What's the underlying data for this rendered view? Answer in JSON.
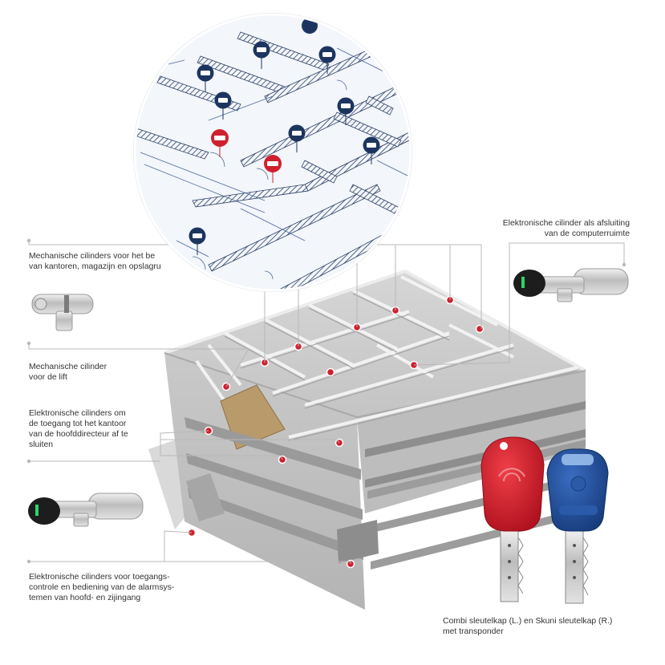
{
  "labels": {
    "mechanical_offices": "Mechanische cilinders voor het be\nvan kantoren, magazijn en opslagru",
    "mechanical_lift": "Mechanische cilinder\nvoor de lift",
    "electronic_director": "Elektronische cilinders om\nde toegang tot het kantoor\nvan de hoofddirecteur af te\nsluiten",
    "electronic_access": "Elektronische cilinders voor toegangs-\ncontrole en bediening van de alarmsys-\ntemen van hoofd- en zijingang",
    "electronic_server": "Elektronische cilinder als afsluiting\nvan de computerruimte",
    "keys_caption": "Combi sleutelkap (L.) en Skuni sleutelkap (R.)\nmet transponder"
  },
  "colors": {
    "marker_red": "#d0202e",
    "marker_navy": "#1c3560",
    "key_red": "#d42331",
    "key_blue": "#1f4f9e",
    "leader": "#b8b8b8"
  },
  "icons": {
    "plan_marker": "lock-cylinder-icon",
    "building_marker": "red-dot-icon"
  }
}
